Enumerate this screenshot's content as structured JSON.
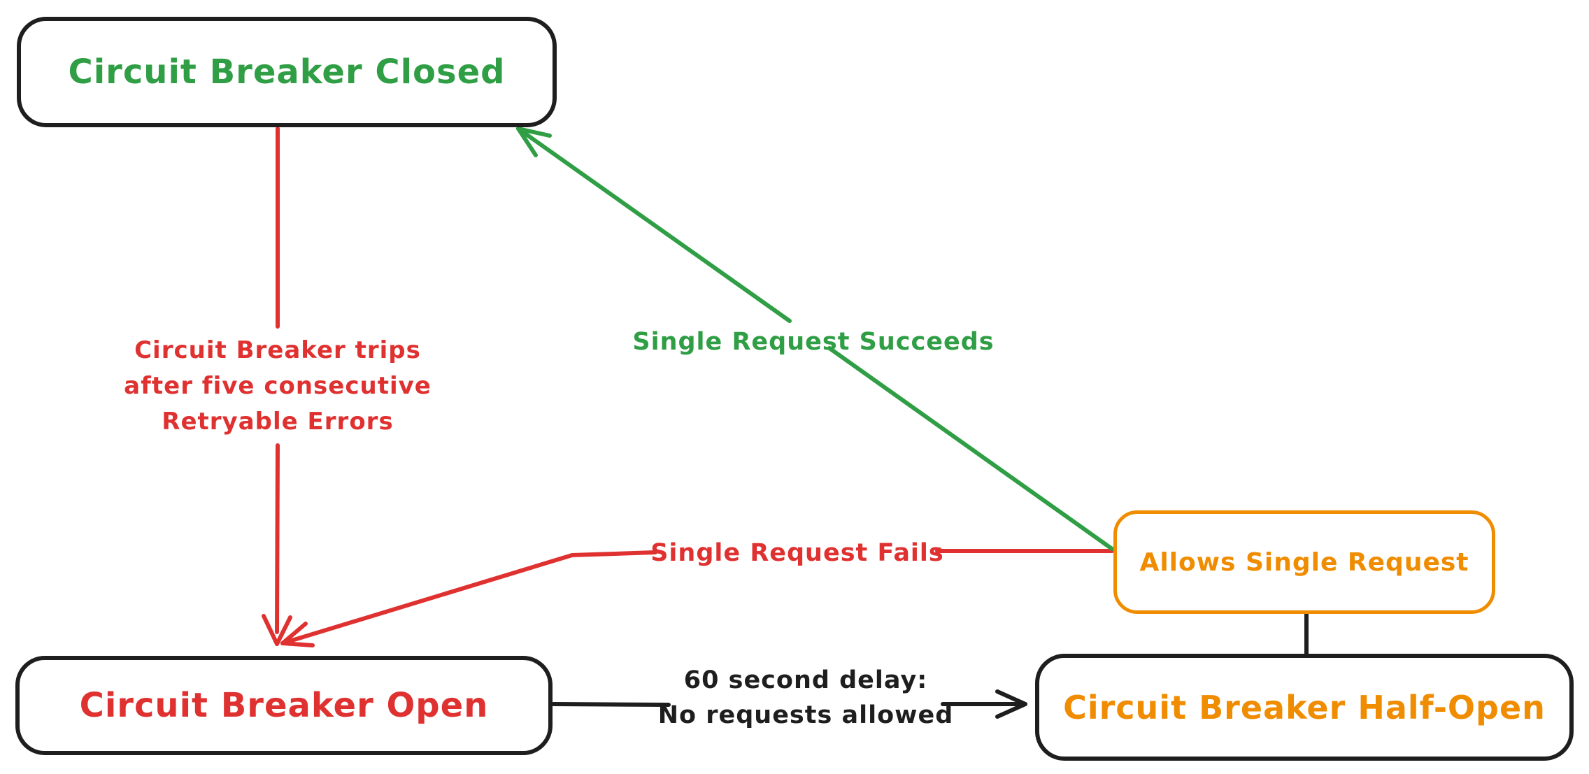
{
  "diagram": {
    "type": "state-diagram",
    "subject": "Circuit Breaker states",
    "background_color": "#ffffff",
    "colors": {
      "success_green": "#2f9e44",
      "failure_red": "#e03131",
      "half_open_orange": "#f08c00",
      "neutral_black": "#1e1e1e"
    },
    "nodes": {
      "closed": {
        "label": "Circuit Breaker Closed",
        "text_color": "#2f9e44",
        "border_color": "#1e1e1e"
      },
      "open": {
        "label": "Circuit Breaker Open",
        "text_color": "#e03131",
        "border_color": "#1e1e1e"
      },
      "half_open": {
        "label": "Circuit Breaker Half-Open",
        "text_color": "#f08c00",
        "border_color": "#1e1e1e"
      },
      "allows_single_request": {
        "label": "Allows Single Request",
        "text_color": "#f08c00",
        "border_color": "#f08c00"
      }
    },
    "edges": {
      "trips": {
        "from": "closed",
        "to": "open",
        "color": "#e03131",
        "label_lines": {
          "0": "Circuit Breaker trips",
          "1": "after five consecutive",
          "2": "Retryable Errors"
        }
      },
      "succeeds": {
        "from": "allows_single_request",
        "to": "closed",
        "color": "#2f9e44",
        "label": "Single Request Succeeds"
      },
      "fails": {
        "from": "allows_single_request",
        "to": "open",
        "color": "#e03131",
        "label": "Single Request Fails"
      },
      "delay": {
        "from": "open",
        "to": "half_open",
        "color": "#1e1e1e",
        "label_lines": {
          "0": "60 second delay:",
          "1": "No requests allowed"
        }
      },
      "connector": {
        "from": "allows_single_request",
        "to": "half_open",
        "color": "#1e1e1e",
        "label": ""
      }
    }
  }
}
